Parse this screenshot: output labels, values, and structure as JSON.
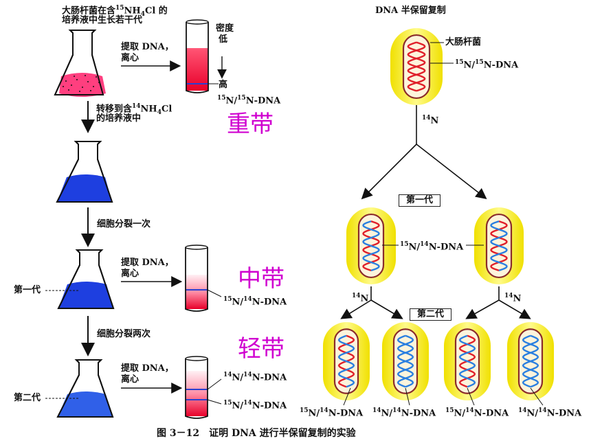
{
  "left": {
    "top_caption_1": "大肠杆菌在含",
    "top_caption_sup": "15",
    "top_caption_2": "NH",
    "top_caption_sub": "4",
    "top_caption_3": "Cl 的",
    "top_caption_line2": "培养液中生长若干代",
    "extract_1": "提取 DNA，",
    "extract_2": "离心",
    "density_1": "密度",
    "density_2": "低",
    "density_3": "高",
    "transfer_1": "转移到含",
    "transfer_sup": "14",
    "transfer_2": "NH",
    "transfer_sub": "4",
    "transfer_3": "Cl",
    "transfer_line2": "的培养液中",
    "divide_once": "细胞分裂一次",
    "divide_twice": "细胞分裂两次",
    "gen1": "第一代",
    "gen2": "第二代",
    "band_15_15": {
      "sup1": "15",
      "a": "N/",
      "sup2": "15",
      "b": "N-DNA"
    },
    "band_15_14": {
      "sup1": "15",
      "a": "N/",
      "sup2": "14",
      "b": "N-DNA"
    },
    "band_14_14": {
      "sup1": "14",
      "a": "N/",
      "sup2": "14",
      "b": "N-DNA"
    },
    "heavy": "重带",
    "middle": "中带",
    "light": "轻带"
  },
  "right": {
    "title": "DNA 半保留复制",
    "ecoli": "大肠杆菌",
    "n14_sup": "14",
    "n14": "N",
    "gen1": "第一代",
    "gen2": "第二代",
    "dna_15_15": {
      "sup1": "15",
      "a": "N/",
      "sup2": "15",
      "b": "N-DNA"
    },
    "dna_15_14": {
      "sup1": "15",
      "a": "N/",
      "sup2": "14",
      "b": "N-DNA"
    },
    "dna_14_14": {
      "sup1": "14",
      "a": "N/",
      "sup2": "14",
      "b": "N-DNA"
    }
  },
  "figure_caption": "图 3－12　证明 DNA 进行半保留复制的实验",
  "colors": {
    "heavy_strand": "#e0202a",
    "light_strand": "#2a7fe0",
    "capsule_fill": "#f5e400",
    "pink_medium": "#ff3f7f",
    "blue_medium": "#1e3fe0",
    "band_label": "#d000d0"
  }
}
